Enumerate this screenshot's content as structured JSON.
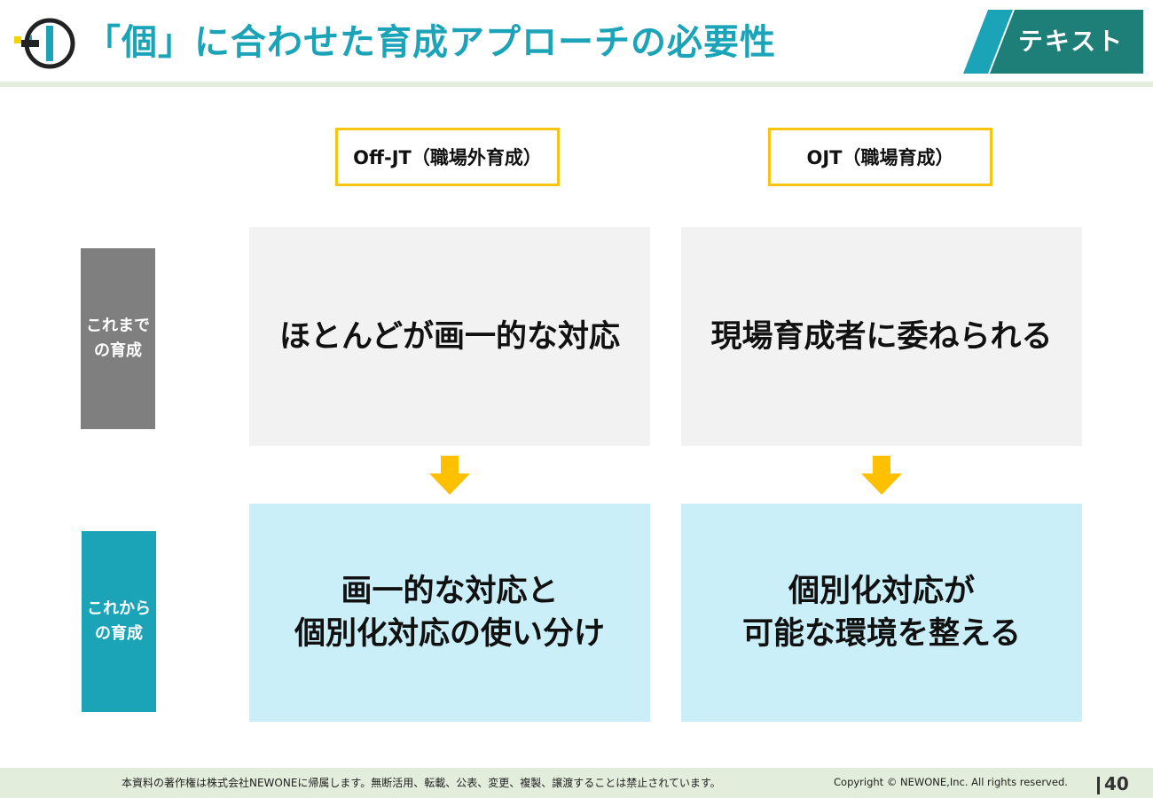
{
  "header": {
    "title": "「個」に合わせた育成アプローチの必要性",
    "tag": "テキスト",
    "colors": {
      "title": "#1ba3b8",
      "tag_teal": "#1e7f78",
      "tag_stripe": "#1ba3b8",
      "rule": "#e3eddb"
    }
  },
  "columns": [
    {
      "label": "Off-JT（職場外育成）"
    },
    {
      "label": "OJT（職場育成）"
    }
  ],
  "rows": [
    {
      "label": "これまで\nの育成",
      "color": "#7f7f7f",
      "cells": [
        "ほとんどが画一的な対応",
        "現場育成者に委ねられる"
      ]
    },
    {
      "label": "これから\nの育成",
      "color": "#1ba3b8",
      "cells": [
        "画一的な対応と\n個別化対応の使い分け",
        "個別化対応が\n可能な環境を整える"
      ]
    }
  ],
  "colors": {
    "arrow": "#ffc000",
    "header_border": "#f7c40f",
    "gray_box": "#f2f2f2",
    "blue_box": "#cbeff8"
  },
  "icons": {
    "logo": "newone-logo-icon",
    "arrow": "arrow-down-icon"
  },
  "footer": {
    "notice": "本資料の著作権は株式会社NEWONEに帰属します。無断活用、転載、公表、変更、複製、譲渡することは禁止されています。",
    "copyright": "Copyright © NEWONE,Inc.  All rights reserved.",
    "page": "40"
  }
}
